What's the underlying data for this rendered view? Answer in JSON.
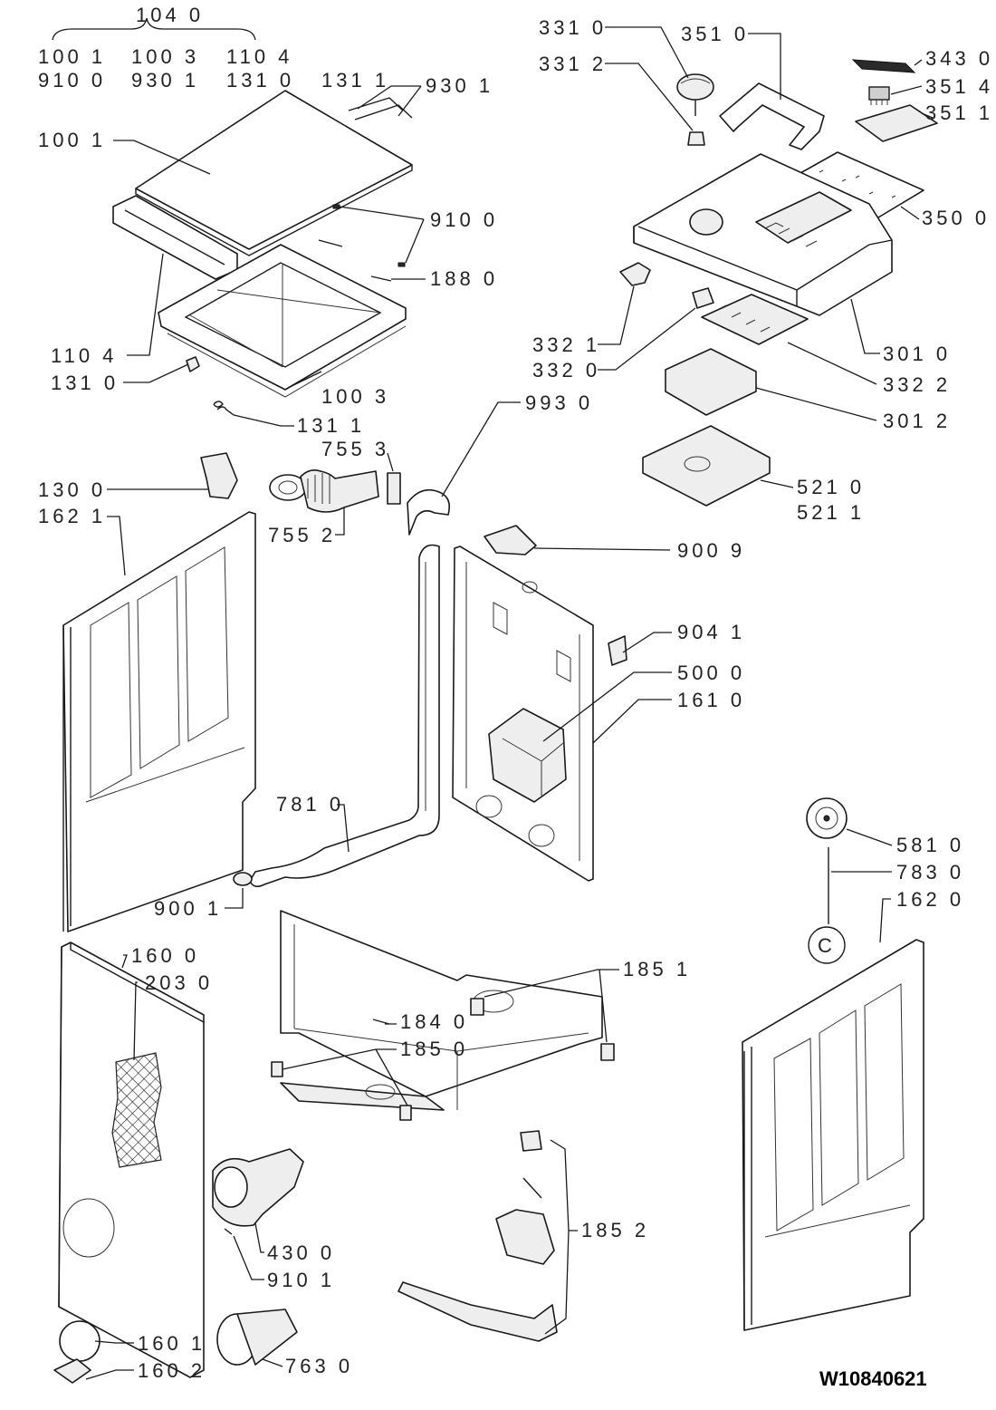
{
  "header_group": {
    "parent": "104 0",
    "row1": [
      "100 1",
      "100 3",
      "110 4"
    ],
    "row2": [
      "910 0",
      "930 1",
      "131 0",
      "131 1"
    ]
  },
  "labels": {
    "l_930_1": "930 1",
    "l_100_1": "100 1",
    "l_910_0": "910 0",
    "l_188_0": "188 0",
    "l_110_4": "110 4",
    "l_131_0": "131 0",
    "l_100_3": "100 3",
    "l_131_1": "131 1",
    "l_755_3": "755 3",
    "l_130_0": "130 0",
    "l_162_1": "162 1",
    "l_755_2": "755 2",
    "l_331_0": "331 0",
    "l_331_2": "331 2",
    "l_351_0": "351 0",
    "l_343_0": "343 0",
    "l_351_4": "351 4",
    "l_351_1": "351 1",
    "l_350_0": "350 0",
    "l_332_1": "332 1",
    "l_332_0": "332 0",
    "l_301_0": "301 0",
    "l_332_2": "332 2",
    "l_301_2": "301 2",
    "l_993_0": "993 0",
    "l_521_0": "521 0",
    "l_521_1": "521 1",
    "l_900_9": "900 9",
    "l_904_1": "904 1",
    "l_500_0": "500 0",
    "l_161_0": "161 0",
    "l_781_0": "781 0",
    "l_900_1": "900 1",
    "l_160_0": "160 0",
    "l_203_0": "203 0",
    "l_581_0": "581 0",
    "l_783_0": "783 0",
    "l_162_0": "162 0",
    "l_185_1": "185 1",
    "l_184_0": "184 0",
    "l_185_0": "185 0",
    "l_430_0": "430 0",
    "l_910_1": "910 1",
    "l_185_2": "185 2",
    "l_160_1": "160 1",
    "l_160_2": "160 2",
    "l_763_0": "763 0",
    "c_mark": "C"
  },
  "document_id": "W10840621"
}
